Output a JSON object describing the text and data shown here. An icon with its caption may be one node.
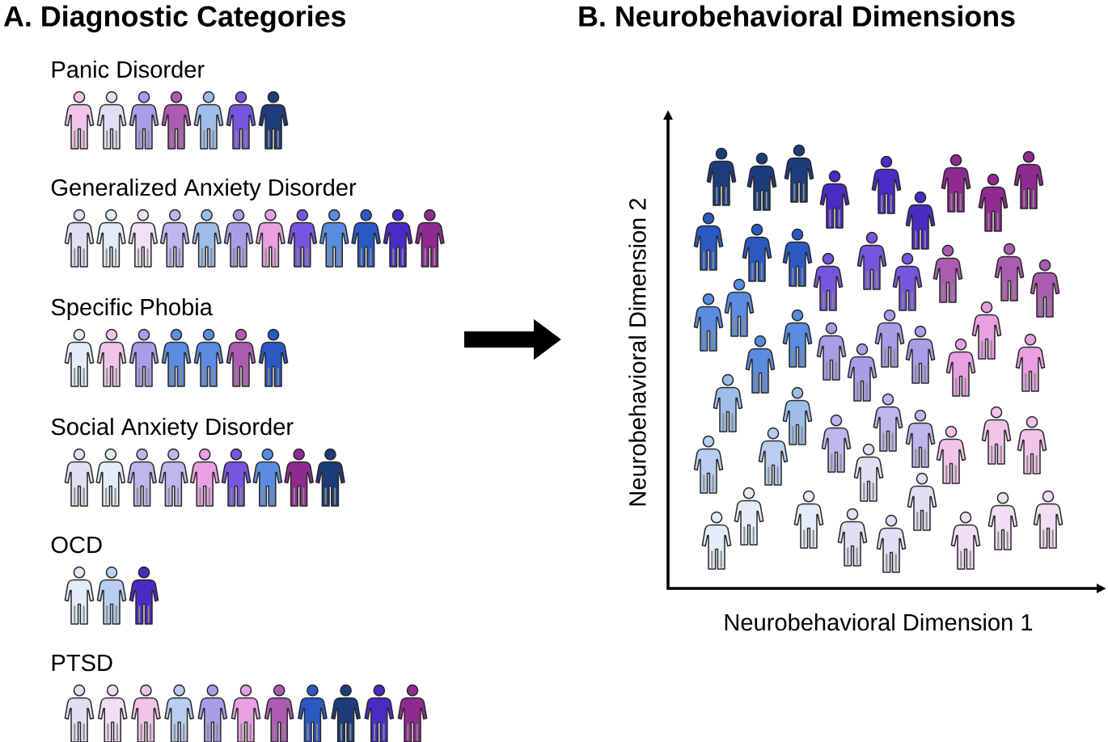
{
  "diagram": {
    "nodes": [
      {
        "text": [
          "A. Diagnostic Categories"
        ]
      },
      {
        "text": [
          "B. Neurobehavioral Dimensions"
        ]
      }
    ],
    "edges": [
      {
        "from": 0,
        "to": 1,
        "arrow": "to"
      }
    ],
    "labels": [
      "Panic Disorder",
      "Generalized Anxiety Disorder",
      "Specific Phobia",
      "Social Anxiety Disorder",
      "OCD",
      "PTSD",
      "Neurobehavioral Dimension 2",
      "Neurobehavioral Dimension 1"
    ]
  }
}
